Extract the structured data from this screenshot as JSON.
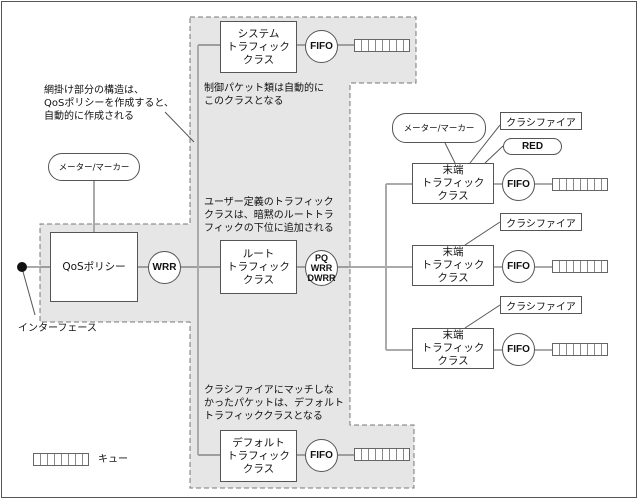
{
  "diagram": {
    "annotations": {
      "hierarchy_note": "網掛け部分の構造は、\nQoSポリシーを作成すると、\n自動的に作成される",
      "system_note": "制御パケット類は自動的に\nこのクラスとなる",
      "user_note": "ユーザー定義のトラフィック\nクラスは、暗黙のルートトラ\nフィックの下位に追加される",
      "default_note": "クラシファイアにマッチしな\nかったパケットは、デフォルト\nトラフィッククラスとなる"
    },
    "nodes": {
      "interface_label": "インターフェース",
      "qos_policy": "QoSポリシー",
      "meter_marker_policy": "メーター/マーカー",
      "wrr_scheduler": "WRR",
      "system_class": "システム\nトラフィック\nクラス",
      "root_class": "ルート\nトラフィック\nクラス",
      "root_scheduler": "PQ\nWRR\nDWRR",
      "default_class": "デフォルト\nトラフィック\nクラス",
      "leaf_class_1": "末端\nトラフィック\nクラス",
      "leaf_class_2": "末端\nトラフィック\nクラス",
      "leaf_class_3": "末端\nトラフィック\nクラス",
      "leaf_meter_marker": "メーター/マーカー",
      "classifier_1": "クラシファイア",
      "classifier_2": "クラシファイア",
      "classifier_3": "クラシファイア",
      "red": "RED",
      "fifo": "FIFO"
    },
    "legend": {
      "queue_label": "キュー"
    },
    "colors": {
      "shade": "#e6e6e6",
      "line": "#555555",
      "dash": "#777777"
    }
  }
}
